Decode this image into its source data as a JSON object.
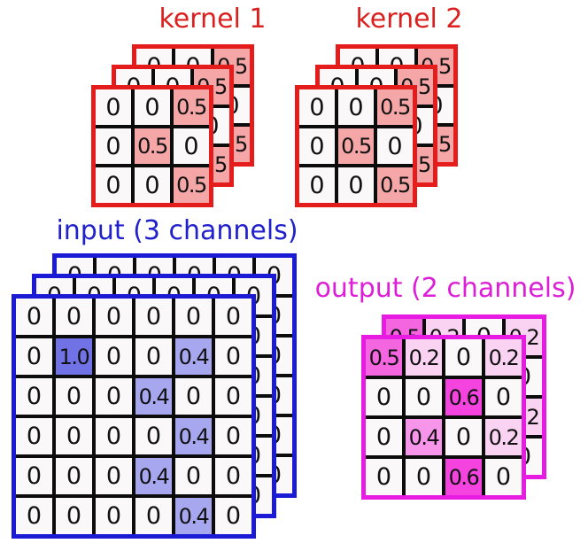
{
  "page": {
    "background": "#ffffff",
    "grid_line_color": "#0c0c0c",
    "cell_default_bg": "#faf8f8",
    "cell_text_color": "#111111"
  },
  "kernel1": {
    "title": "kernel 1",
    "title_color": "#dc2020",
    "border_color": "#e41c1c",
    "num_layers": 3,
    "grid": [
      [
        "0",
        "0",
        "0.5"
      ],
      [
        "0",
        "0.5",
        "0"
      ],
      [
        "0",
        "0",
        "0.5"
      ]
    ],
    "highlight_colors": {
      "0.5": "#f5a6a6"
    }
  },
  "kernel2": {
    "title": "kernel 2",
    "title_color": "#dc2020",
    "border_color": "#e41c1c",
    "num_layers": 3,
    "grid": [
      [
        "0",
        "0",
        "0.5"
      ],
      [
        "0",
        "0.5",
        "0"
      ],
      [
        "0",
        "0",
        "0.5"
      ]
    ],
    "highlight_colors": {
      "0.5": "#f5a6a6"
    }
  },
  "input": {
    "title": "input (3 channels)",
    "title_color": "#2121cc",
    "border_color": "#1b1bd6",
    "num_layers": 3,
    "front_grid": [
      [
        "0",
        "0",
        "0",
        "0",
        "0",
        "0"
      ],
      [
        "0",
        "1.0",
        "0",
        "0",
        "0.4",
        "0"
      ],
      [
        "0",
        "0",
        "0",
        "0.4",
        "0",
        "0"
      ],
      [
        "0",
        "0",
        "0",
        "0",
        "0.4",
        "0"
      ],
      [
        "0",
        "0",
        "0",
        "0.4",
        "0",
        "0"
      ],
      [
        "0",
        "0",
        "0",
        "0",
        "0.4",
        "0"
      ]
    ],
    "hidden_grid": [
      [
        "0",
        "0",
        "0",
        "0",
        "0",
        "0"
      ],
      [
        "0",
        "0",
        "0",
        "0",
        "0",
        "0"
      ],
      [
        "0",
        "0",
        "0",
        "0",
        "0",
        "0"
      ],
      [
        "0",
        "0",
        "0",
        "0",
        "0",
        "0"
      ],
      [
        "0",
        "0",
        "0",
        "0",
        "0",
        "0"
      ],
      [
        "0",
        "0",
        "0",
        "0",
        "0",
        "0"
      ]
    ],
    "highlight_colors": {
      "1.0": "#7272e7",
      "0.4": "#a7a7ef"
    }
  },
  "output": {
    "title": "output (2 channels)",
    "title_color": "#dc1ed6",
    "border_color": "#e81be2",
    "num_layers": 2,
    "grid": [
      [
        "0.5",
        "0.2",
        "0",
        "0.2"
      ],
      [
        "0",
        "0",
        "0.6",
        "0"
      ],
      [
        "0",
        "0.4",
        "0",
        "0.2"
      ],
      [
        "0",
        "0",
        "0.6",
        "0"
      ]
    ],
    "highlight_colors": {
      "0.6": "#f443df",
      "0.5": "#f466e0",
      "0.4": "#f795ea",
      "0.2": "#fad3f3"
    }
  }
}
